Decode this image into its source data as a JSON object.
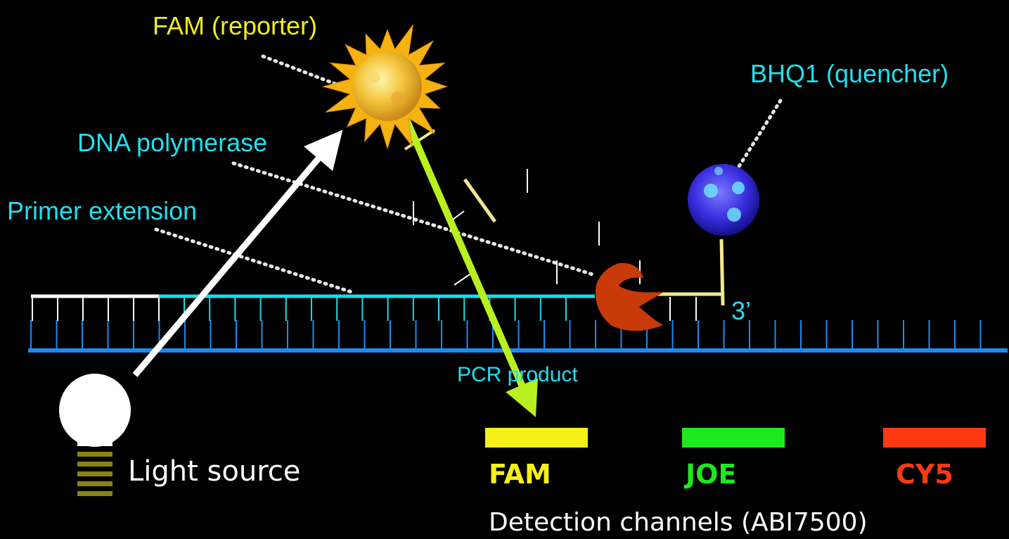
{
  "labels": {
    "reporter": "FAM (reporter)",
    "quencher": "BHQ1 (quencher)",
    "polymerase": "DNA polymerase",
    "primer_extension": "Primer extension",
    "pcr_product": "PCR product",
    "three_prime": "3’",
    "light_source": "Light source",
    "detection_channels": "Detection channels (ABI7500)"
  },
  "channels": [
    {
      "label": "FAM",
      "color": "#f5f01a"
    },
    {
      "label": "JOE",
      "color": "#1ee81e"
    },
    {
      "label": "CY5",
      "color": "#ff3a12"
    }
  ],
  "colors": {
    "label_cyan": "#20e0f0",
    "reporter_label": "#f2ee18",
    "template_strand": "#1a8cf0",
    "extension_strand": "#20d8e8",
    "primer_strand": "#ffffff",
    "probe_strand": "#f0e890",
    "polymerase": "#c83a0a",
    "emission_arrow": "#b8f020",
    "excitation_arrow": "#ffffff"
  },
  "icons": [
    "sun-fluorophore-icon",
    "quencher-sphere-icon",
    "polymerase-pacman-icon",
    "light-bulb-icon"
  ]
}
